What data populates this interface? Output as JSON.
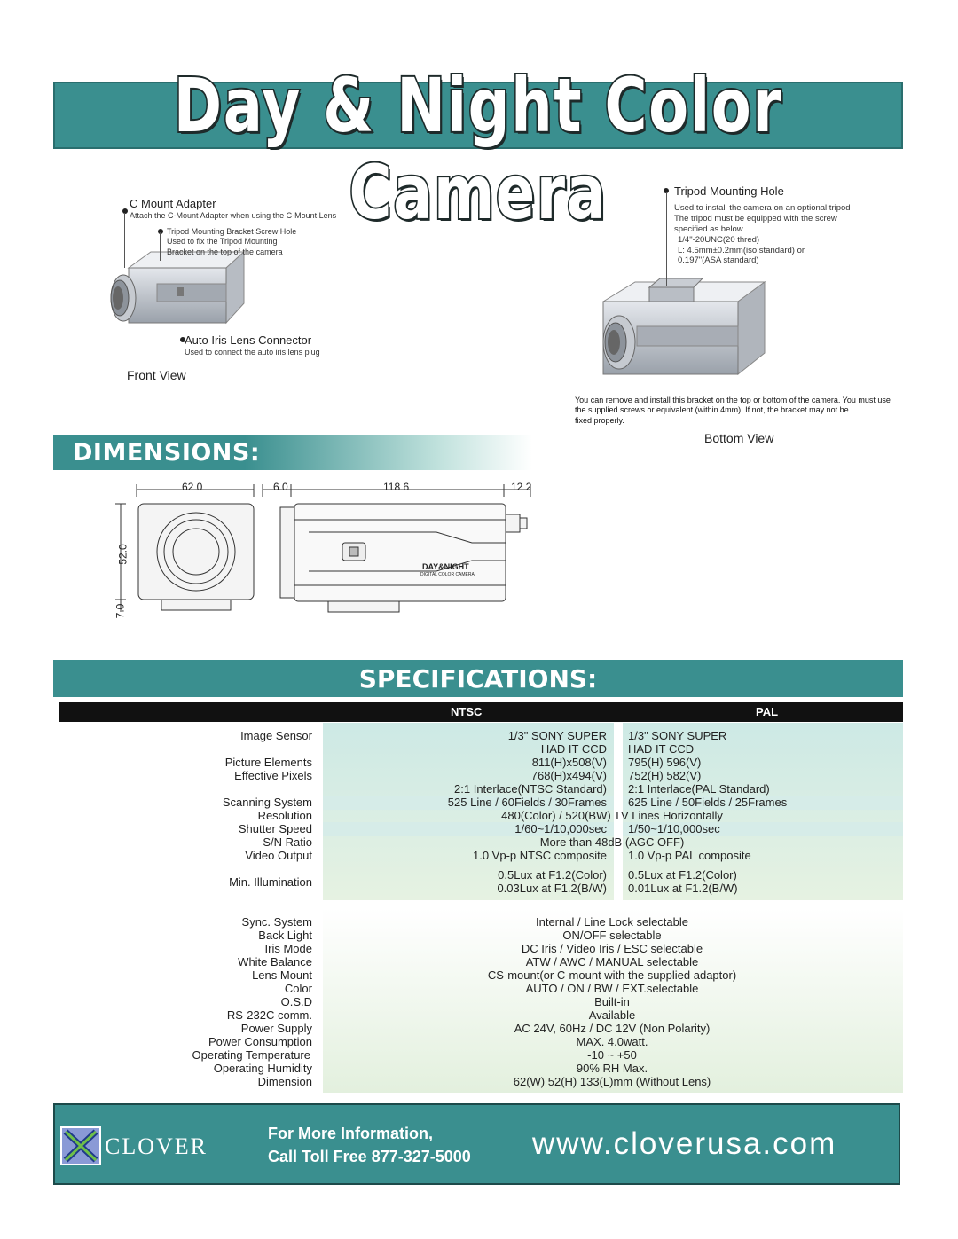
{
  "title": "Day & Night Color Camera",
  "front": {
    "c_mount_title": "C Mount Adapter",
    "c_mount_desc": "Attach the C-Mount Adapter when using the C-Mount Lens",
    "tripod_screw_1": "Tripod Mounting Bracket Screw Hole",
    "tripod_screw_2": "Used to fix the Tripod Mounting",
    "tripod_screw_3": "Bracket on the top of the camera",
    "auto_iris_title": "Auto Iris Lens Connector",
    "auto_iris_desc": "Used to connect the auto iris lens plug",
    "view_label": "Front View"
  },
  "bottom": {
    "tripod_title": "Tripod Mounting Hole",
    "tripod_1": "Used to install the camera on an optional tripod",
    "tripod_2": "The tripod must be equipped with the screw",
    "tripod_3": "specified as below",
    "tripod_4": "1/4\"-20UNC(20 thred)",
    "tripod_5": "L: 4.5mm±0.2mm(iso standard) or",
    "tripod_6": "0.197\"(ASA standard)",
    "note_1": "You can remove and install this bracket on the top or bottom of the camera. You must use",
    "note_2": "the supplied screws or equivalent (within 4mm). If not, the bracket may not be",
    "note_3": "fixed properly.",
    "view_label": "Bottom View"
  },
  "dimensions": {
    "heading": "DIMENSIONS:",
    "w": "62.0",
    "h": "52.0",
    "foot": "7.0",
    "a": "6.0",
    "b": "118.6",
    "c": "12.2",
    "badge": "DAY&NIGHT",
    "badge_sub": "DIGITAL COLOR CAMERA"
  },
  "specs": {
    "heading": "SPECIFICATIONS:",
    "ntsc": "NTSC",
    "pal": "PAL",
    "rows": {
      "image_sensor": "Image Sensor",
      "picture_elements": "Picture Elements",
      "effective_pixels": "Effective Pixels",
      "scanning_system": "Scanning System",
      "resolution": "Resolution",
      "shutter_speed": "Shutter Speed",
      "sn_ratio": "S/N Ratio",
      "video_output": "Video Output",
      "min_illumination": "Min. Illumination",
      "sync": "Sync. System",
      "back_light": "Back Light",
      "iris_mode": "Iris Mode",
      "white_balance": "White Balance",
      "lens_mount": "Lens Mount",
      "color": "Color",
      "osd": "O.S.D",
      "rs232": "RS-232C comm.",
      "power_supply": "Power Supply",
      "power_consumption": "Power Consumption",
      "op_temp": "Operating Temperature",
      "op_humidity": "Operating Humidity",
      "dimension": "Dimension"
    },
    "ntsc_vals": {
      "sensor_1": "1/3\" SONY SUPER",
      "sensor_2": "HAD IT CCD",
      "pe": "811(H)x508(V)",
      "ep": "768(H)x494(V)",
      "scan_1": "2:1 Interlace(NTSC Standard)",
      "scan_2": "525 Line / 60Fields / 30Frames",
      "shutter": "1/60~1/10,000sec",
      "video": "1.0 Vp-p NTSC composite",
      "min_1": "0.5Lux at F1.2(Color)",
      "min_2": "0.03Lux at F1.2(B/W)"
    },
    "pal_vals": {
      "sensor_1": "1/3\" SONY SUPER",
      "sensor_2": "HAD IT CCD",
      "pe": "795(H) 596(V)",
      "ep": "752(H) 582(V)",
      "scan_1": "2:1 Interlace(PAL Standard)",
      "scan_2": "625 Line / 50Fields / 25Frames",
      "shutter": "1/50~1/10,000sec",
      "video": "1.0 Vp-p PAL composite",
      "min_1": "0.5Lux at F1.2(Color)",
      "min_2": "0.01Lux at F1.2(B/W)"
    },
    "common": {
      "resolution": "480(Color) / 520(BW) TV Lines Horizontally",
      "sn": "More than 48dB (AGC OFF)",
      "sync": "Internal / Line Lock selectable",
      "back_light": "ON/OFF selectable",
      "iris": "DC Iris / Video Iris / ESC selectable",
      "wb": "ATW / AWC / MANUAL selectable",
      "lens": "CS-mount(or C-mount with the supplied adaptor)",
      "color": "AUTO / ON / BW / EXT.selectable",
      "osd": "Built-in",
      "rs232": "Available",
      "power": "AC 24V, 60Hz / DC 12V (Non Polarity)",
      "consumption": "MAX. 4.0watt.",
      "temp": "-10 ~ +50",
      "humidity": "90% RH Max.",
      "dimension": "62(W) 52(H) 133(L)mm (Without Lens)"
    }
  },
  "footer": {
    "brand": "CLOVER",
    "info": "For More Information,",
    "phone": "Call Toll Free 877-327-5000",
    "website": "www.cloverusa.com"
  },
  "colors": {
    "teal": "#3a8f8f",
    "light": "#d6ece8"
  }
}
